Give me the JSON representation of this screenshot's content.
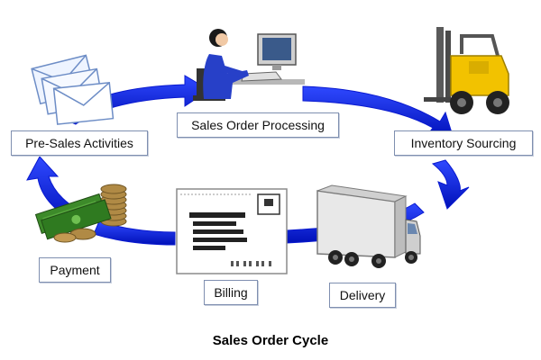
{
  "title": "Sales Order Cycle",
  "colors": {
    "cycle_arrow": "#0a1ad0",
    "label_border": "#7f8fb0",
    "forklift": "#f2c200",
    "clothing": "#2740c8",
    "money": "#3d8a2a",
    "coins": "#9c7a3a"
  },
  "stages": [
    {
      "id": "presales",
      "label": "Pre-Sales Activities",
      "icon": "envelopes-icon"
    },
    {
      "id": "processing",
      "label": "Sales Order Processing",
      "icon": "person-at-computer-icon"
    },
    {
      "id": "inventory",
      "label": "Inventory Sourcing",
      "icon": "forklift-icon"
    },
    {
      "id": "delivery",
      "label": "Delivery",
      "icon": "truck-icon"
    },
    {
      "id": "billing",
      "label": "Billing",
      "icon": "invoice-icon"
    },
    {
      "id": "payment",
      "label": "Payment",
      "icon": "money-icon"
    }
  ]
}
